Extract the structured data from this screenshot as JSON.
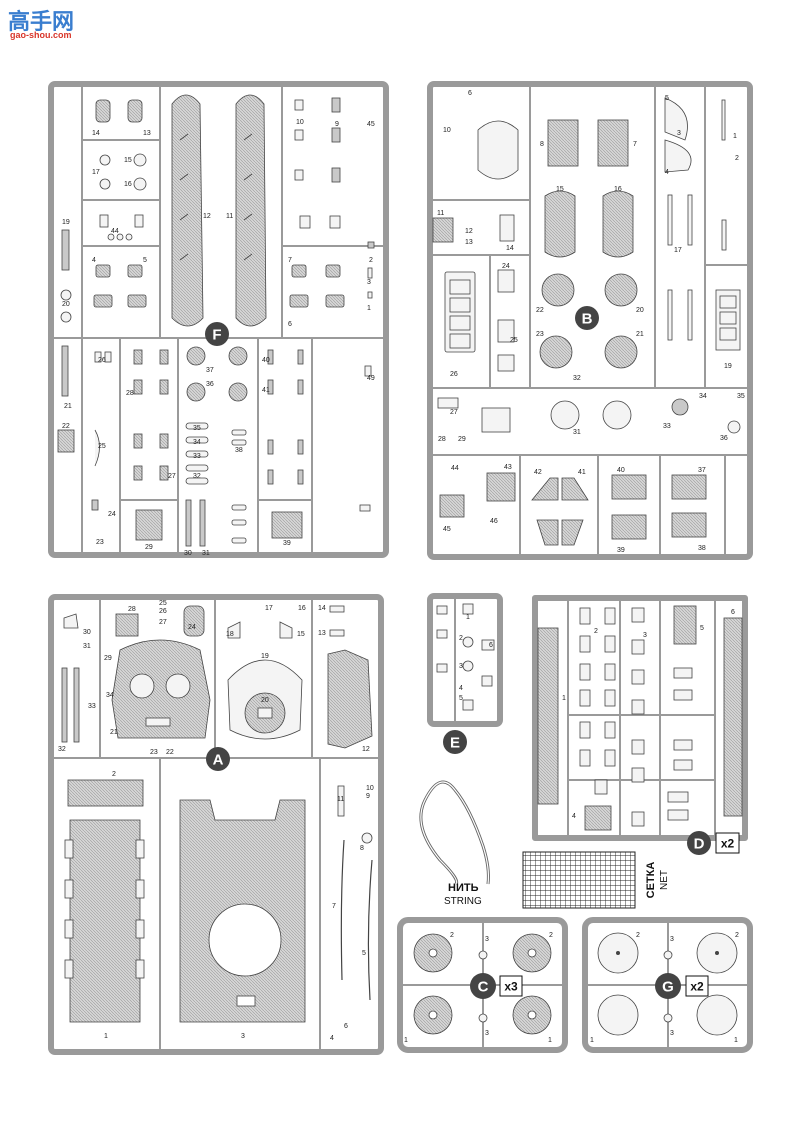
{
  "watermark": {
    "title": "高手网",
    "url": "gao-shou.com"
  },
  "sprues": {
    "F": {
      "letter": "F",
      "parts": [
        "14",
        "13",
        "15",
        "17",
        "16",
        "12",
        "11",
        "10",
        "9",
        "45",
        "44",
        "19",
        "4",
        "5",
        "20",
        "7",
        "6",
        "2",
        "3",
        "1",
        "26",
        "25",
        "27",
        "28",
        "37",
        "36",
        "35",
        "34",
        "33",
        "32",
        "38",
        "40",
        "41",
        "49",
        "21",
        "22",
        "24",
        "23",
        "29",
        "30",
        "31",
        "39"
      ]
    },
    "B": {
      "letter": "B",
      "parts": [
        "6",
        "10",
        "8",
        "7",
        "5",
        "3",
        "4",
        "1",
        "2",
        "11",
        "12",
        "13",
        "14",
        "15",
        "16",
        "17",
        "24",
        "25",
        "22",
        "20",
        "23",
        "21",
        "19",
        "26",
        "32",
        "27",
        "28",
        "29",
        "31",
        "33",
        "34",
        "35",
        "36",
        "44",
        "43",
        "42",
        "41",
        "40",
        "37",
        "45",
        "46",
        "39",
        "38"
      ]
    },
    "A": {
      "letter": "A",
      "parts": [
        "25",
        "26",
        "28",
        "27",
        "24",
        "17",
        "16",
        "14",
        "13",
        "30",
        "31",
        "29",
        "34",
        "19",
        "18",
        "15",
        "20",
        "33",
        "32",
        "21",
        "23",
        "22",
        "12",
        "2",
        "11",
        "10",
        "9",
        "8",
        "7",
        "5",
        "6",
        "4",
        "3",
        "1"
      ]
    },
    "E": {
      "letter": "E",
      "parts": [
        "1",
        "2",
        "3",
        "4",
        "5",
        "6"
      ]
    },
    "D": {
      "letter": "D",
      "multiplier": "x2",
      "parts": [
        "6",
        "2",
        "3",
        "5",
        "1",
        "4"
      ]
    },
    "C": {
      "letter": "C",
      "multiplier": "x3",
      "parts": [
        "2",
        "3",
        "1"
      ]
    },
    "G": {
      "letter": "G",
      "multiplier": "x2",
      "parts": [
        "2",
        "3",
        "1"
      ]
    }
  },
  "string": {
    "label_ru": "НИТЬ",
    "label_en": "STRING"
  },
  "net": {
    "label_ru": "СЕТКА",
    "label_en": "NET"
  },
  "colors": {
    "runner": "#9a9a9a",
    "part_outline": "#444444",
    "badge": "#444444"
  }
}
